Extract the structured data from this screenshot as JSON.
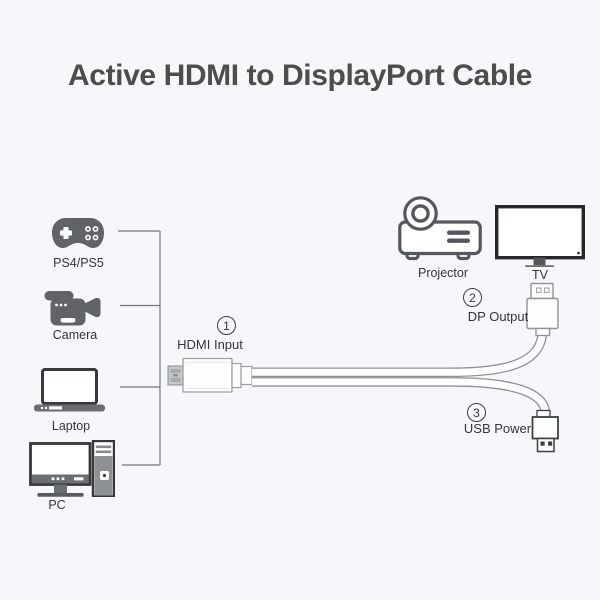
{
  "title": "Active HDMI to DisplayPort Cable",
  "sources": [
    {
      "label": "PS4/PS5",
      "icon": "gamepad-icon"
    },
    {
      "label": "Camera",
      "icon": "camcorder-icon"
    },
    {
      "label": "Laptop",
      "icon": "laptop-icon"
    },
    {
      "label": "PC",
      "icon": "desktop-pc-icon"
    }
  ],
  "cable_points": [
    {
      "number": "1",
      "label": "HDMI Input"
    },
    {
      "number": "2",
      "label": "DP Output"
    },
    {
      "number": "3",
      "label": "USB Power"
    }
  ],
  "displays": [
    {
      "label": "Projector",
      "icon": "projector-icon"
    },
    {
      "label": "TV",
      "icon": "tv-icon"
    }
  ],
  "colors": {
    "background": "#f5f7fa",
    "title-color": "#4d4d4d",
    "icon-gray": "#616467",
    "dark-stroke": "#36393c",
    "label-color": "#333639",
    "connector-stroke": "#8f9498",
    "line-color": "#74787c"
  }
}
